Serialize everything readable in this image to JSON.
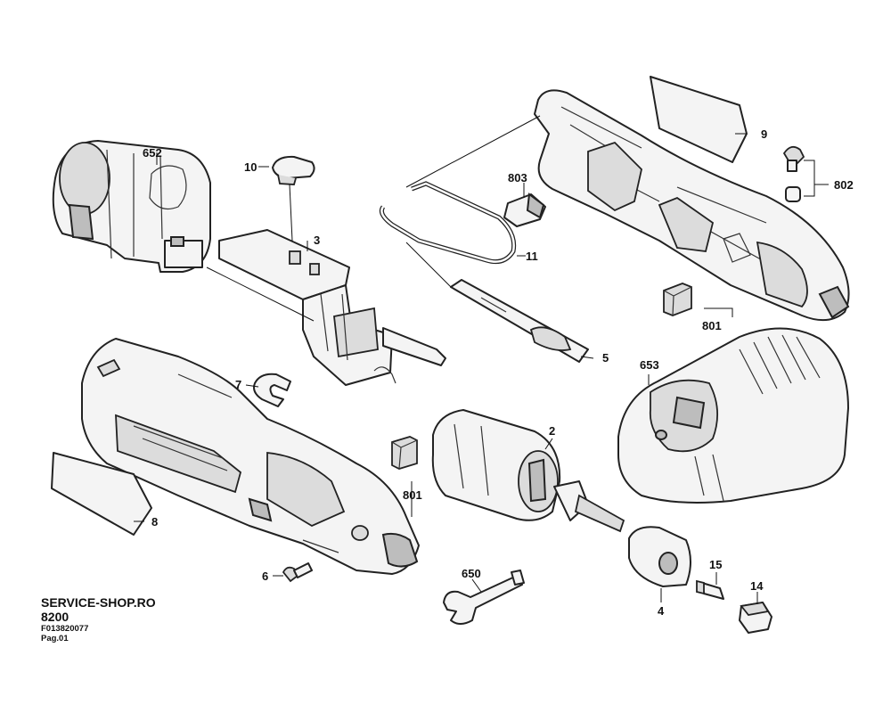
{
  "footer": {
    "shop": "SERVICE-SHOP.RO",
    "model": "8200",
    "code": "F013820077",
    "page": "Pag.01"
  },
  "labels": {
    "l652": "652",
    "l10": "10",
    "l3": "3",
    "l803": "803",
    "l9": "9",
    "l802": "802",
    "l11": "11",
    "l801_top": "801",
    "l5": "5",
    "l653": "653",
    "l7": "7",
    "l2": "2",
    "l801_bottom": "801",
    "l8": "8",
    "l6": "6",
    "l650": "650",
    "l15": "15",
    "l14": "14",
    "l4": "4"
  }
}
